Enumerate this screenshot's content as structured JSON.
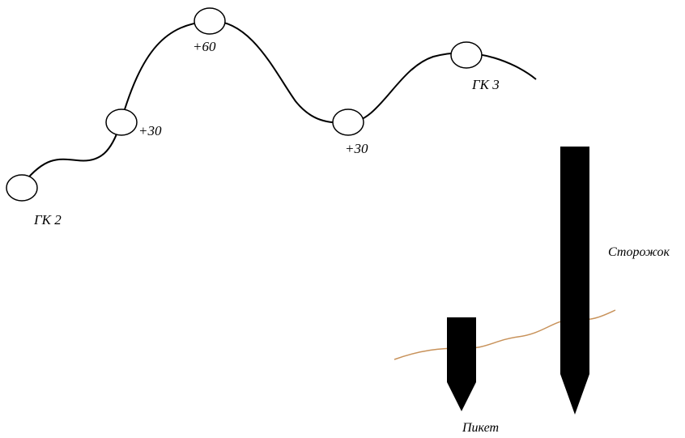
{
  "points": [
    {
      "id": "gk2",
      "label": "ГК 2"
    },
    {
      "id": "p30a",
      "label": "+30"
    },
    {
      "id": "p60",
      "label": "+60"
    },
    {
      "id": "p30b",
      "label": "+30"
    },
    {
      "id": "gk3",
      "label": "ГК 3"
    }
  ],
  "stakes": {
    "piket_label": "Пикет",
    "storozhok_label": "Сторожок"
  },
  "colors": {
    "line": "#000000",
    "stake_fill": "#000000",
    "ground": "#c8925a",
    "marker_fill": "#ffffff"
  }
}
